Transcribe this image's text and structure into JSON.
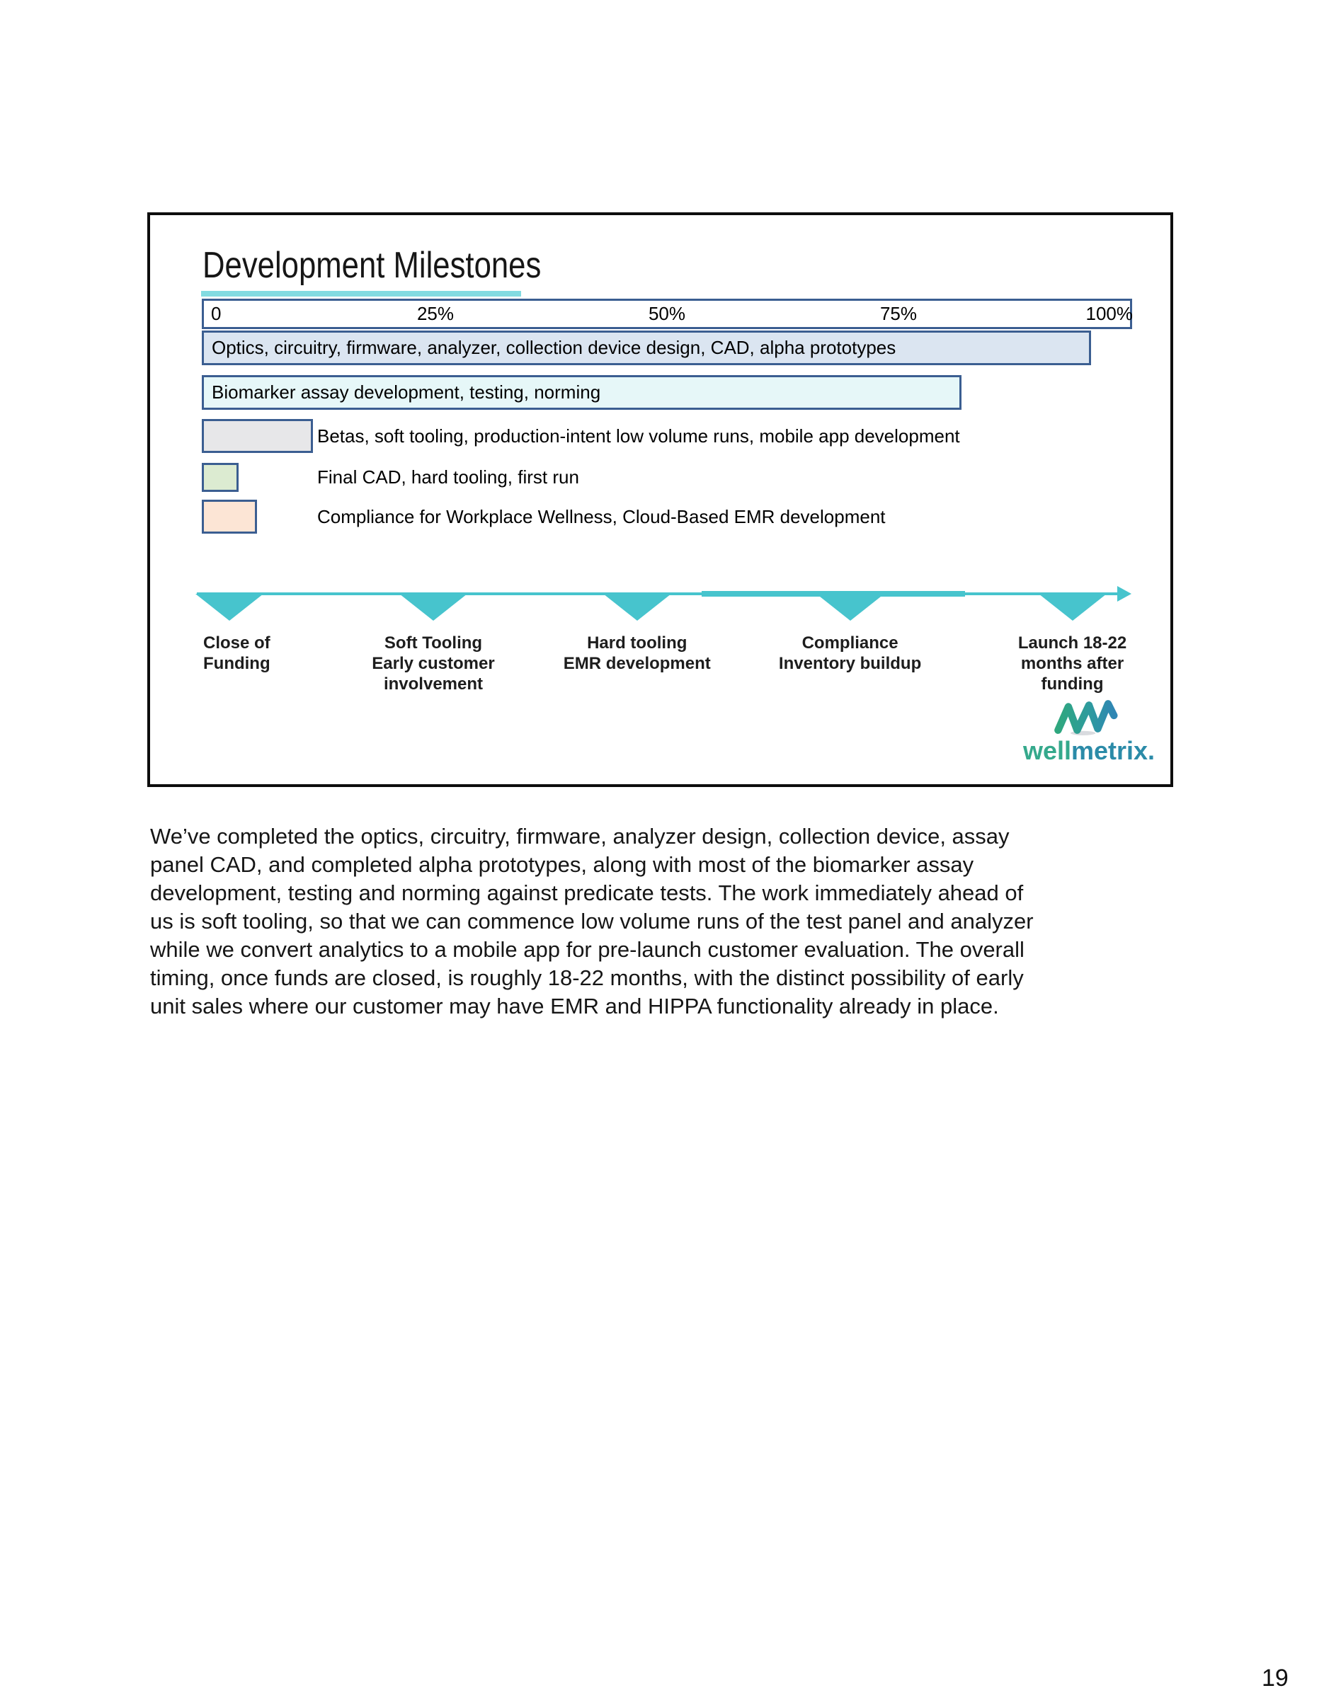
{
  "page": {
    "number": "19"
  },
  "slide": {
    "title": "Development Milestones",
    "axis": {
      "ticks": [
        "0",
        "25%",
        "50%",
        "75%",
        "100%"
      ],
      "tick_positions_pct": [
        0,
        25,
        50,
        75,
        100
      ]
    },
    "bars": [
      {
        "label": "Optics, circuitry, firmware, analyzer, collection device design, CAD, alpha prototypes",
        "value_pct": 96,
        "fill": "#dbe5f1"
      },
      {
        "label": "Biomarker assay development, testing, norming",
        "value_pct": 82,
        "fill": "#e6f7f8"
      },
      {
        "label": "Betas, soft tooling, production-intent low volume runs, mobile app development",
        "value_pct": 12,
        "fill": "#e7e7e9"
      },
      {
        "label": "Final CAD, hard tooling, first run",
        "value_pct": 4,
        "fill": "#dcebd1"
      },
      {
        "label": "Compliance for Workplace Wellness, Cloud-Based EMR development",
        "value_pct": 6,
        "fill": "#fce5d5"
      }
    ],
    "milestones": [
      {
        "lines": [
          "Close of",
          "Funding"
        ],
        "position_pct": 3
      },
      {
        "lines": [
          "Soft Tooling",
          "Early customer",
          "involvement"
        ],
        "position_pct": 25
      },
      {
        "lines": [
          "Hard tooling",
          "EMR development"
        ],
        "position_pct": 47
      },
      {
        "lines": [
          "Compliance",
          "Inventory buildup"
        ],
        "position_pct": 70
      },
      {
        "lines": [
          "Launch 18-22",
          "months after",
          "funding"
        ],
        "position_pct": 94
      }
    ],
    "logo": {
      "word_start": "well",
      "word_end": "metrix",
      "suffix": "."
    },
    "colors": {
      "accent_teal": "#47c4cd",
      "underline_teal": "#82dbe1",
      "bar_border": "#3b5e91",
      "logo_green": "#35a98c",
      "logo_blue": "#2b8ba8"
    }
  },
  "notes": {
    "lines": [
      "We’ve completed the optics, circuitry, firmware, analyzer design, collection device, assay",
      "panel CAD, and completed alpha prototypes, along with most of the biomarker assay",
      "development, testing and norming against predicate tests. The work immediately ahead of",
      "us is soft tooling, so that we can commence low volume runs of the test panel and analyzer",
      "while we convert analytics to a mobile app for pre-launch customer evaluation. The overall",
      "timing, once funds are closed, is roughly 18-22 months, with the distinct possibility of early",
      "unit sales where our customer may have EMR and HIPPA functionality already in place."
    ]
  },
  "chart_data": {
    "type": "bar",
    "orientation": "horizontal",
    "title": "Development Milestones",
    "xlabel": "",
    "ylabel": "",
    "x_axis": {
      "range": [
        0,
        100
      ],
      "ticks": [
        "0",
        "25%",
        "50%",
        "75%",
        "100%"
      ]
    },
    "categories": [
      "Optics, circuitry, firmware, analyzer, collection device design, CAD, alpha prototypes",
      "Biomarker assay development, testing, norming",
      "Betas, soft tooling, production-intent low volume runs, mobile app development",
      "Final CAD, hard tooling, first run",
      "Compliance for Workplace Wellness, Cloud-Based EMR development"
    ],
    "values": [
      96,
      82,
      12,
      4,
      6
    ],
    "bar_colors": [
      "#dbe5f1",
      "#e6f7f8",
      "#e7e7e9",
      "#dcebd1",
      "#fce5d5"
    ],
    "grid": false,
    "legend": false,
    "timeline_annotations": [
      {
        "label": "Close of Funding",
        "position_pct": 3
      },
      {
        "label": "Soft Tooling Early customer involvement",
        "position_pct": 25
      },
      {
        "label": "Hard tooling EMR development",
        "position_pct": 47
      },
      {
        "label": "Compliance Inventory buildup",
        "position_pct": 70
      },
      {
        "label": "Launch 18-22 months after funding",
        "position_pct": 94
      }
    ]
  }
}
